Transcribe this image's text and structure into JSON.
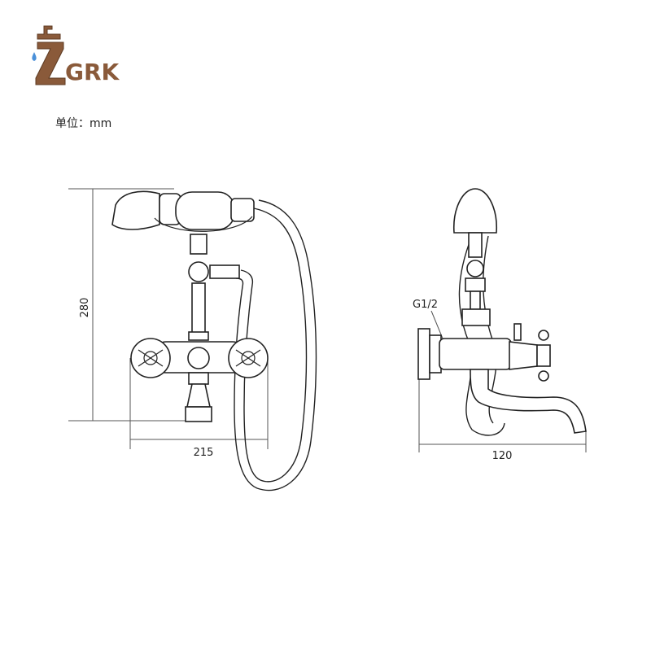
{
  "brand": {
    "logo_text": "ZGRK",
    "logo_color": "#8a5a3a",
    "drop_color": "#4a90d9"
  },
  "unit_label": "单位：mm",
  "dimensions": {
    "front_height": "280",
    "front_width": "215",
    "side_width": "120",
    "thread_label": "G1/2"
  }
}
